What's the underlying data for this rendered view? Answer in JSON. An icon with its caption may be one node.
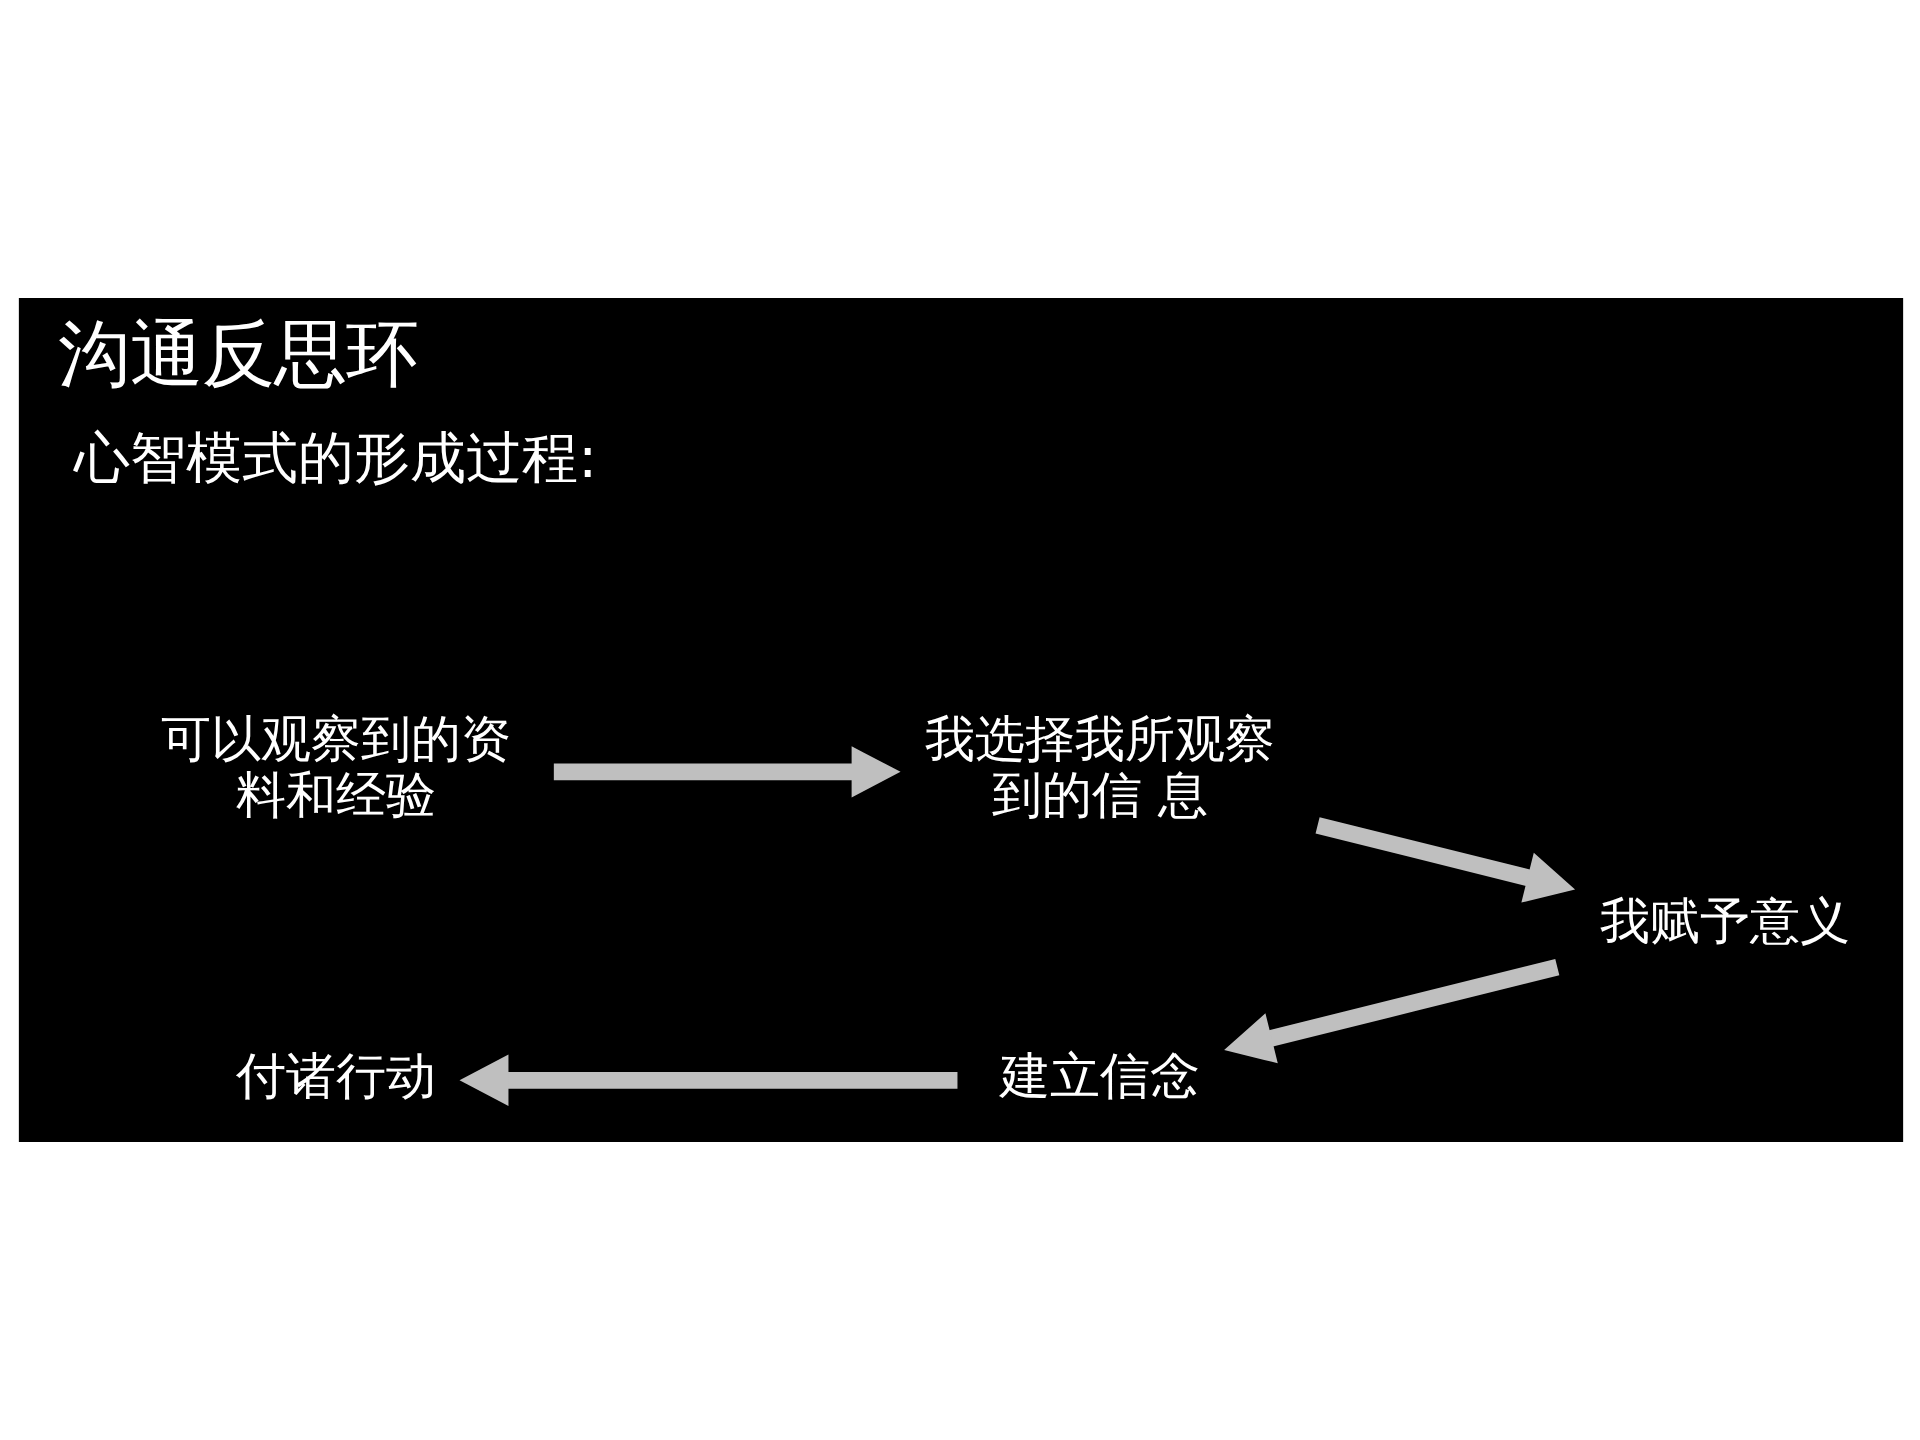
{
  "diagram": {
    "title": "沟通反思环",
    "nodes": [
      {
        "text": [
          "可以观察到的资料和经验"
        ]
      },
      {
        "text": [
          "我选择我所观察到的信 息"
        ]
      },
      {
        "text": [
          "我赋予意义"
        ]
      },
      {
        "text": [
          "建立信念"
        ]
      },
      {
        "text": [
          "付诸行动"
        ]
      }
    ],
    "edges": [
      {
        "from": 0,
        "to": 1,
        "arrow": "to"
      },
      {
        "from": 1,
        "to": 2,
        "arrow": "to"
      },
      {
        "from": 2,
        "to": 3,
        "arrow": "to"
      },
      {
        "from": 3,
        "to": 4,
        "arrow": "to"
      }
    ],
    "labels": [
      "心智模式的形成过程:"
    ]
  }
}
